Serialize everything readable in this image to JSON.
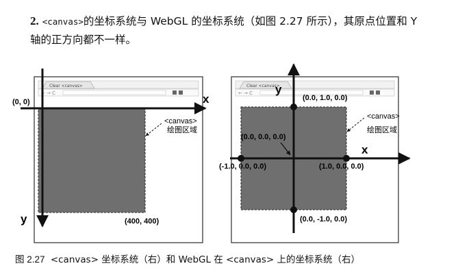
{
  "paragraph": {
    "number": "2.",
    "code_term": "<canvas>",
    "line1_rest": "的坐标系统与 WebGL 的坐标系统（如图 2.27 所示），其原点位置和 Y",
    "line2": "轴的正方向都不一样。"
  },
  "left_figure": {
    "tab_title": "Clear <canvas>",
    "origin_label": "(0, 0)",
    "x_axis_label": "x",
    "y_axis_label": "y",
    "corner_label": "(400, 400)",
    "area_label_line1": "<canvas>",
    "area_label_line2": "绘图区域"
  },
  "right_figure": {
    "tab_title": "Clear <canvas>",
    "x_axis_label": "x",
    "y_axis_label": "y",
    "top_label": "(0.0, 1.0, 0.0)",
    "center_label": "(0.0, 0.0, 0.0)",
    "left_label": "(-1.0, 0.0, 0.0)",
    "right_label": "(1.0, 0.0, 0.0)",
    "bottom_label": "(0.0, -1.0, 0.0)",
    "area_label_line1": "<canvas>",
    "area_label_line2": "绘图区域"
  },
  "caption": {
    "figure_number": "图 2.27",
    "text": "<canvas> 坐标系统（右）和 WebGL 在 <canvas> 上的坐标系统（右）"
  },
  "colors": {
    "canvas_fill": "#6f6f6f",
    "window_border": "#555555",
    "axis": "#111111"
  }
}
